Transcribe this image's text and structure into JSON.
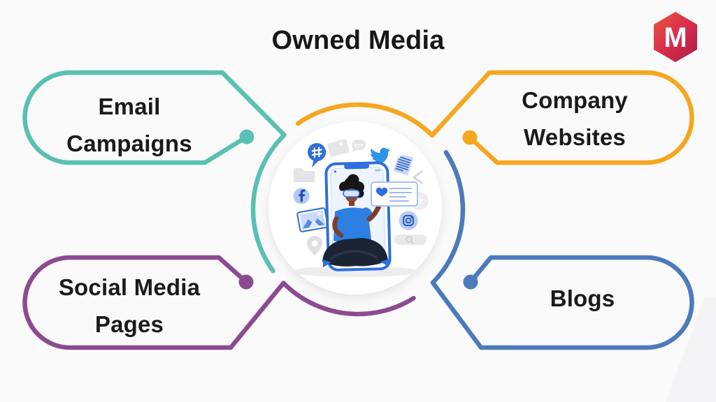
{
  "title": "Owned Media",
  "logo": {
    "letter": "M",
    "gradient_from": "#E85A3C",
    "gradient_mid": "#DB2B4E",
    "gradient_to": "#A81F3F"
  },
  "nodes": [
    {
      "id": "email-campaigns",
      "line1": "Email",
      "line2": "Campaigns",
      "color": "#59C0B3",
      "position": "top-left"
    },
    {
      "id": "company-websites",
      "line1": "Company",
      "line2": "Websites",
      "color": "#F6A71F",
      "position": "top-right"
    },
    {
      "id": "social-media-pages",
      "line1": "Social Media",
      "line2": "Pages",
      "color": "#8C4B90",
      "position": "bottom-left"
    },
    {
      "id": "blogs",
      "line1": "Blogs",
      "line2": "",
      "color": "#4C7ABD",
      "position": "bottom-right"
    }
  ],
  "illustration": {
    "subject": "person wearing VR headset sitting cross-legged in a smartphone surrounded by social media icons",
    "icons": [
      "hashtag-bubble",
      "chat-bubble",
      "photo-card",
      "twitter-bird",
      "document",
      "share-chevron",
      "folder",
      "facebook",
      "mini-card",
      "heart-card",
      "star-badge",
      "photo",
      "instagram",
      "location-pin",
      "search-bar"
    ],
    "colors": {
      "phone_blue": "#2D6FE0",
      "accent_blue": "#2E7FE2",
      "light_blue": "#C9DCF8",
      "pale_blue": "#B6CBF3",
      "navy": "#1E4FAE",
      "gray": "#E5E5E7",
      "skin": "#8A4A38",
      "dark_pants": "#1B2434"
    }
  },
  "background": "#FAFAFB",
  "text_color": "#1A1A1A"
}
